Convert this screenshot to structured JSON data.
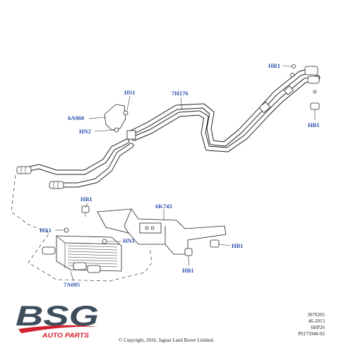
{
  "labels": {
    "hr1": "HR1",
    "hs1": "HS1",
    "p7h176": "7H176",
    "p6a960": "6A960",
    "hn2": "HN2",
    "hb1_right": "HB1",
    "hb1_mid": "HB1",
    "p6k743": "6K743",
    "hn1_left": "HN1",
    "hn1_mid": "HN1",
    "hb1_bracket": "HB1",
    "hb1_bottom": "HB1",
    "p7a095": "7A095"
  },
  "logo": {
    "brand": "BSG",
    "tagline": "AUTO PARTS",
    "brand_color": "#3d4d5c",
    "accent_color": "#d21f2c"
  },
  "reference": {
    "line1": "3070205",
    "line2": "46-2013",
    "line3": "6HP26",
    "line4": "P0175940-02"
  },
  "copyright": "© Copyright, 2016. Jaguar Land Rover Limited.",
  "colors": {
    "label": "#2f4fb0",
    "line": "#222222"
  }
}
